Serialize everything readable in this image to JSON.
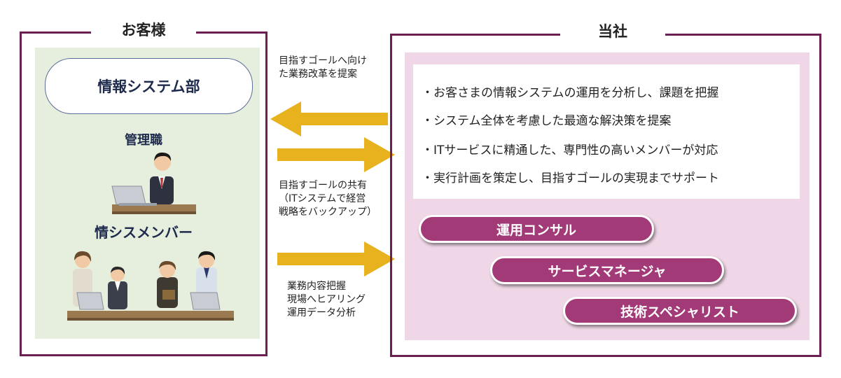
{
  "customer": {
    "title": "お客様",
    "department": "情報システム部",
    "manager_label": "管理職",
    "members_label": "情シスメンバー"
  },
  "arrows": {
    "top_text": [
      "目指すゴールへ向け",
      "た業務改革を提案"
    ],
    "middle_text": [
      "目指すゴールの共有",
      "（ITシステムで経営",
      "戦略をバックアップ）"
    ],
    "bottom_text": [
      "業務内容把握",
      "現場へヒアリング",
      "運用データ分析"
    ],
    "color": "#e8b21e"
  },
  "company": {
    "title": "当社",
    "bullets": [
      "・お客さまの情報システムの運用を分析し、課題を把握",
      "・システム全体を考慮した最適な解決策を提案",
      "・ITサービスに精通した、専門性の高いメンバーが対応",
      "・実行計画を策定し、目指すゴールの実現までサポート"
    ],
    "roles": [
      "運用コンサル",
      "サービスマネージャ",
      "技術スペシャリスト"
    ]
  },
  "colors": {
    "frame": "#6b1f52",
    "customer_panel": "#e6eedd",
    "company_panel": "#efd7e7",
    "pill": "#a23a78"
  }
}
